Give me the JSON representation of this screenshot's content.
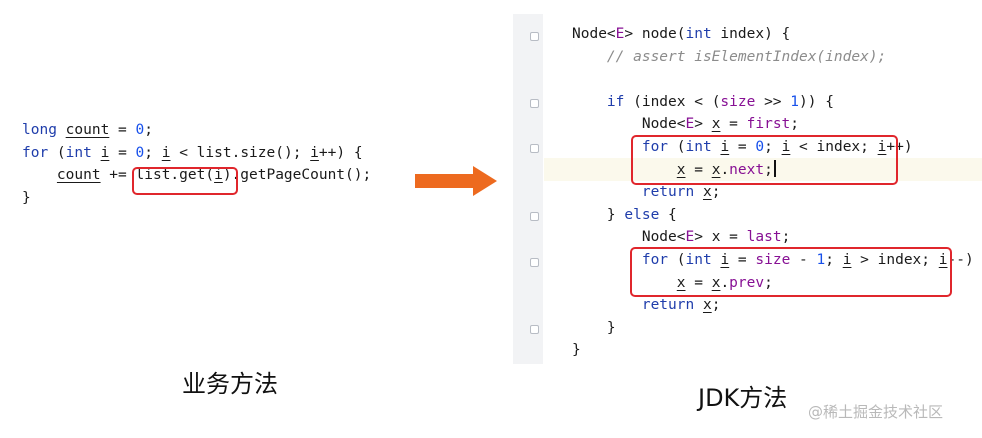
{
  "left_code": {
    "l1": {
      "kw": "long",
      "var": "count",
      "rest": " = ",
      "num": "0",
      "end": ";"
    },
    "l2": {
      "kw_for": "for",
      "p1": " (",
      "kw_int": "int",
      "sp": " ",
      "var_i": "i",
      "eq": " = ",
      "num": "0",
      "semi": "; ",
      "var_i2": "i",
      "cond": " < list.size(); ",
      "var_i3": "i",
      "tail": "++) {"
    },
    "l3": {
      "indent": "    ",
      "var": "count",
      "op": " += ",
      "boxed_pre": "list.get(",
      "boxed_var": "i",
      "boxed_post": ")",
      "tail": ".getPageCount();"
    },
    "l4": {
      "text": "}"
    }
  },
  "right_code": {
    "r1": {
      "pre": "Node<",
      "type": "E",
      "post": "> node(",
      "kw_int": "int",
      "tail": " index) {"
    },
    "r2": {
      "indent": "    ",
      "comment": "// assert isElementIndex(index);"
    },
    "r3": {
      "text": ""
    },
    "r4": {
      "indent": "    ",
      "kw": "if",
      "p1": " (index < (",
      "field": "size",
      "mid": " >> ",
      "num": "1",
      "tail": ")) {"
    },
    "r5": {
      "indent": "        ",
      "pre": "Node<",
      "type": "E",
      "mid": "> ",
      "var": "x",
      "eq": " = ",
      "field": "first",
      "tail": ";"
    },
    "r6": {
      "indent": "        ",
      "kw_for": "for",
      "p1": " (",
      "kw_int": "int",
      "sp": " ",
      "var_i": "i",
      "eq": " = ",
      "num": "0",
      "semi": "; ",
      "var_i2": "i",
      "cond": " < index; ",
      "var_i3": "i",
      "tail": "++)"
    },
    "r7": {
      "indent": "            ",
      "var": "x",
      "eq": " = ",
      "var2": "x",
      "dot": ".",
      "field": "next",
      "tail": ";"
    },
    "r8": {
      "indent": "        ",
      "kw": "return",
      "sp": " ",
      "var": "x",
      "tail": ";"
    },
    "r9": {
      "indent": "    ",
      "pre": "} ",
      "kw": "else",
      "tail": " {"
    },
    "r10": {
      "indent": "        ",
      "pre": "Node<",
      "type": "E",
      "mid": "> ",
      "var": "x",
      "eq": " = ",
      "field": "last",
      "tail": ";"
    },
    "r11": {
      "indent": "        ",
      "kw_for": "for",
      "p1": " (",
      "kw_int": "int",
      "sp": " ",
      "var_i": "i",
      "eq": " = ",
      "field": "size",
      "minus": " - ",
      "num": "1",
      "semi": "; ",
      "var_i2": "i",
      "cond": " > index; ",
      "var_i3": "i",
      "tail": "--)"
    },
    "r12": {
      "indent": "            ",
      "var": "x",
      "eq": " = ",
      "var2": "x",
      "dot": ".",
      "field": "prev",
      "tail": ";"
    },
    "r13": {
      "indent": "        ",
      "kw": "return",
      "sp": " ",
      "var": "x",
      "tail": ";"
    },
    "r14": {
      "indent": "    ",
      "text": "}"
    },
    "r15": {
      "text": "}"
    }
  },
  "captions": {
    "left": "业务方法",
    "right": "JDK方法"
  },
  "watermark": "@稀土掘金技术社区",
  "colors": {
    "keyword": "#1f3dab",
    "number": "#1750eb",
    "field": "#871094",
    "comment": "#8c8c8c",
    "highlight_box": "#e0262c",
    "arrow": "#ed6a1f"
  }
}
